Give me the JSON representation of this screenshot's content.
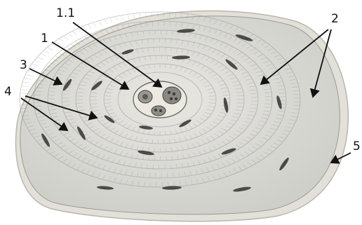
{
  "labels": {
    "l_1_1": "1.1",
    "l_1": "1",
    "l_2": "2",
    "l_3": "3",
    "l_4": "4",
    "l_5": "5"
  },
  "colors": {
    "background": "#ffffff",
    "outer_layer": "#dcdad2",
    "lamellae_fill": "#d9d9d4",
    "lamellae_stroke": "#8c8c88",
    "osteocyte": "#4a4a48",
    "canal_fill": "#ece9e0",
    "vessel": "#5c5c58",
    "arrow": "#111111"
  }
}
